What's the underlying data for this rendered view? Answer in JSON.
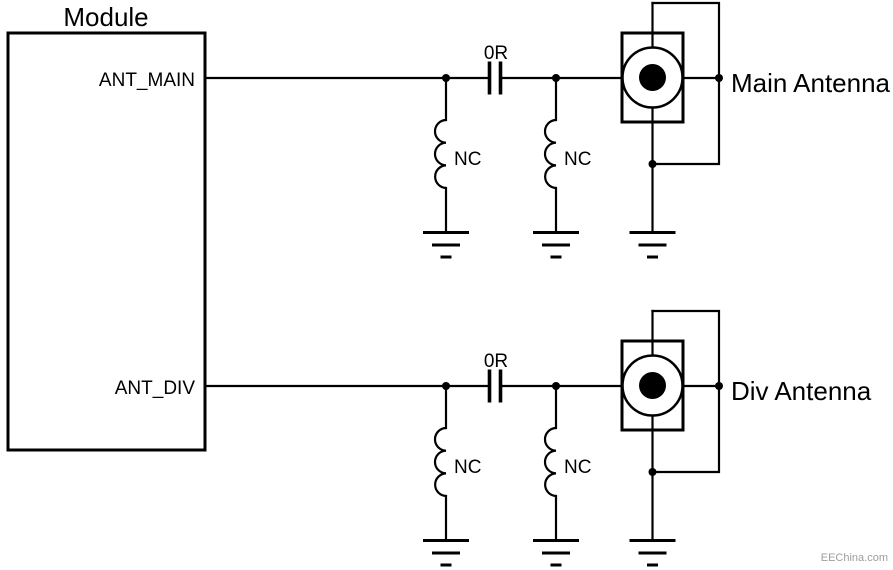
{
  "diagram": {
    "module": {
      "label": "Module"
    },
    "channels": [
      {
        "pin": "ANT_MAIN",
        "series_label": "0R",
        "shunt_left_label": "NC",
        "shunt_right_label": "NC",
        "antenna_label": "Main Antenna"
      },
      {
        "pin": "ANT_DIV",
        "series_label": "0R",
        "shunt_left_label": "NC",
        "shunt_right_label": "NC",
        "antenna_label": "Div Antenna"
      }
    ],
    "watermark": "EEChina.com",
    "colors": {
      "line": "#000000",
      "background": "#ffffff",
      "watermark": "#9e9e9e"
    }
  }
}
